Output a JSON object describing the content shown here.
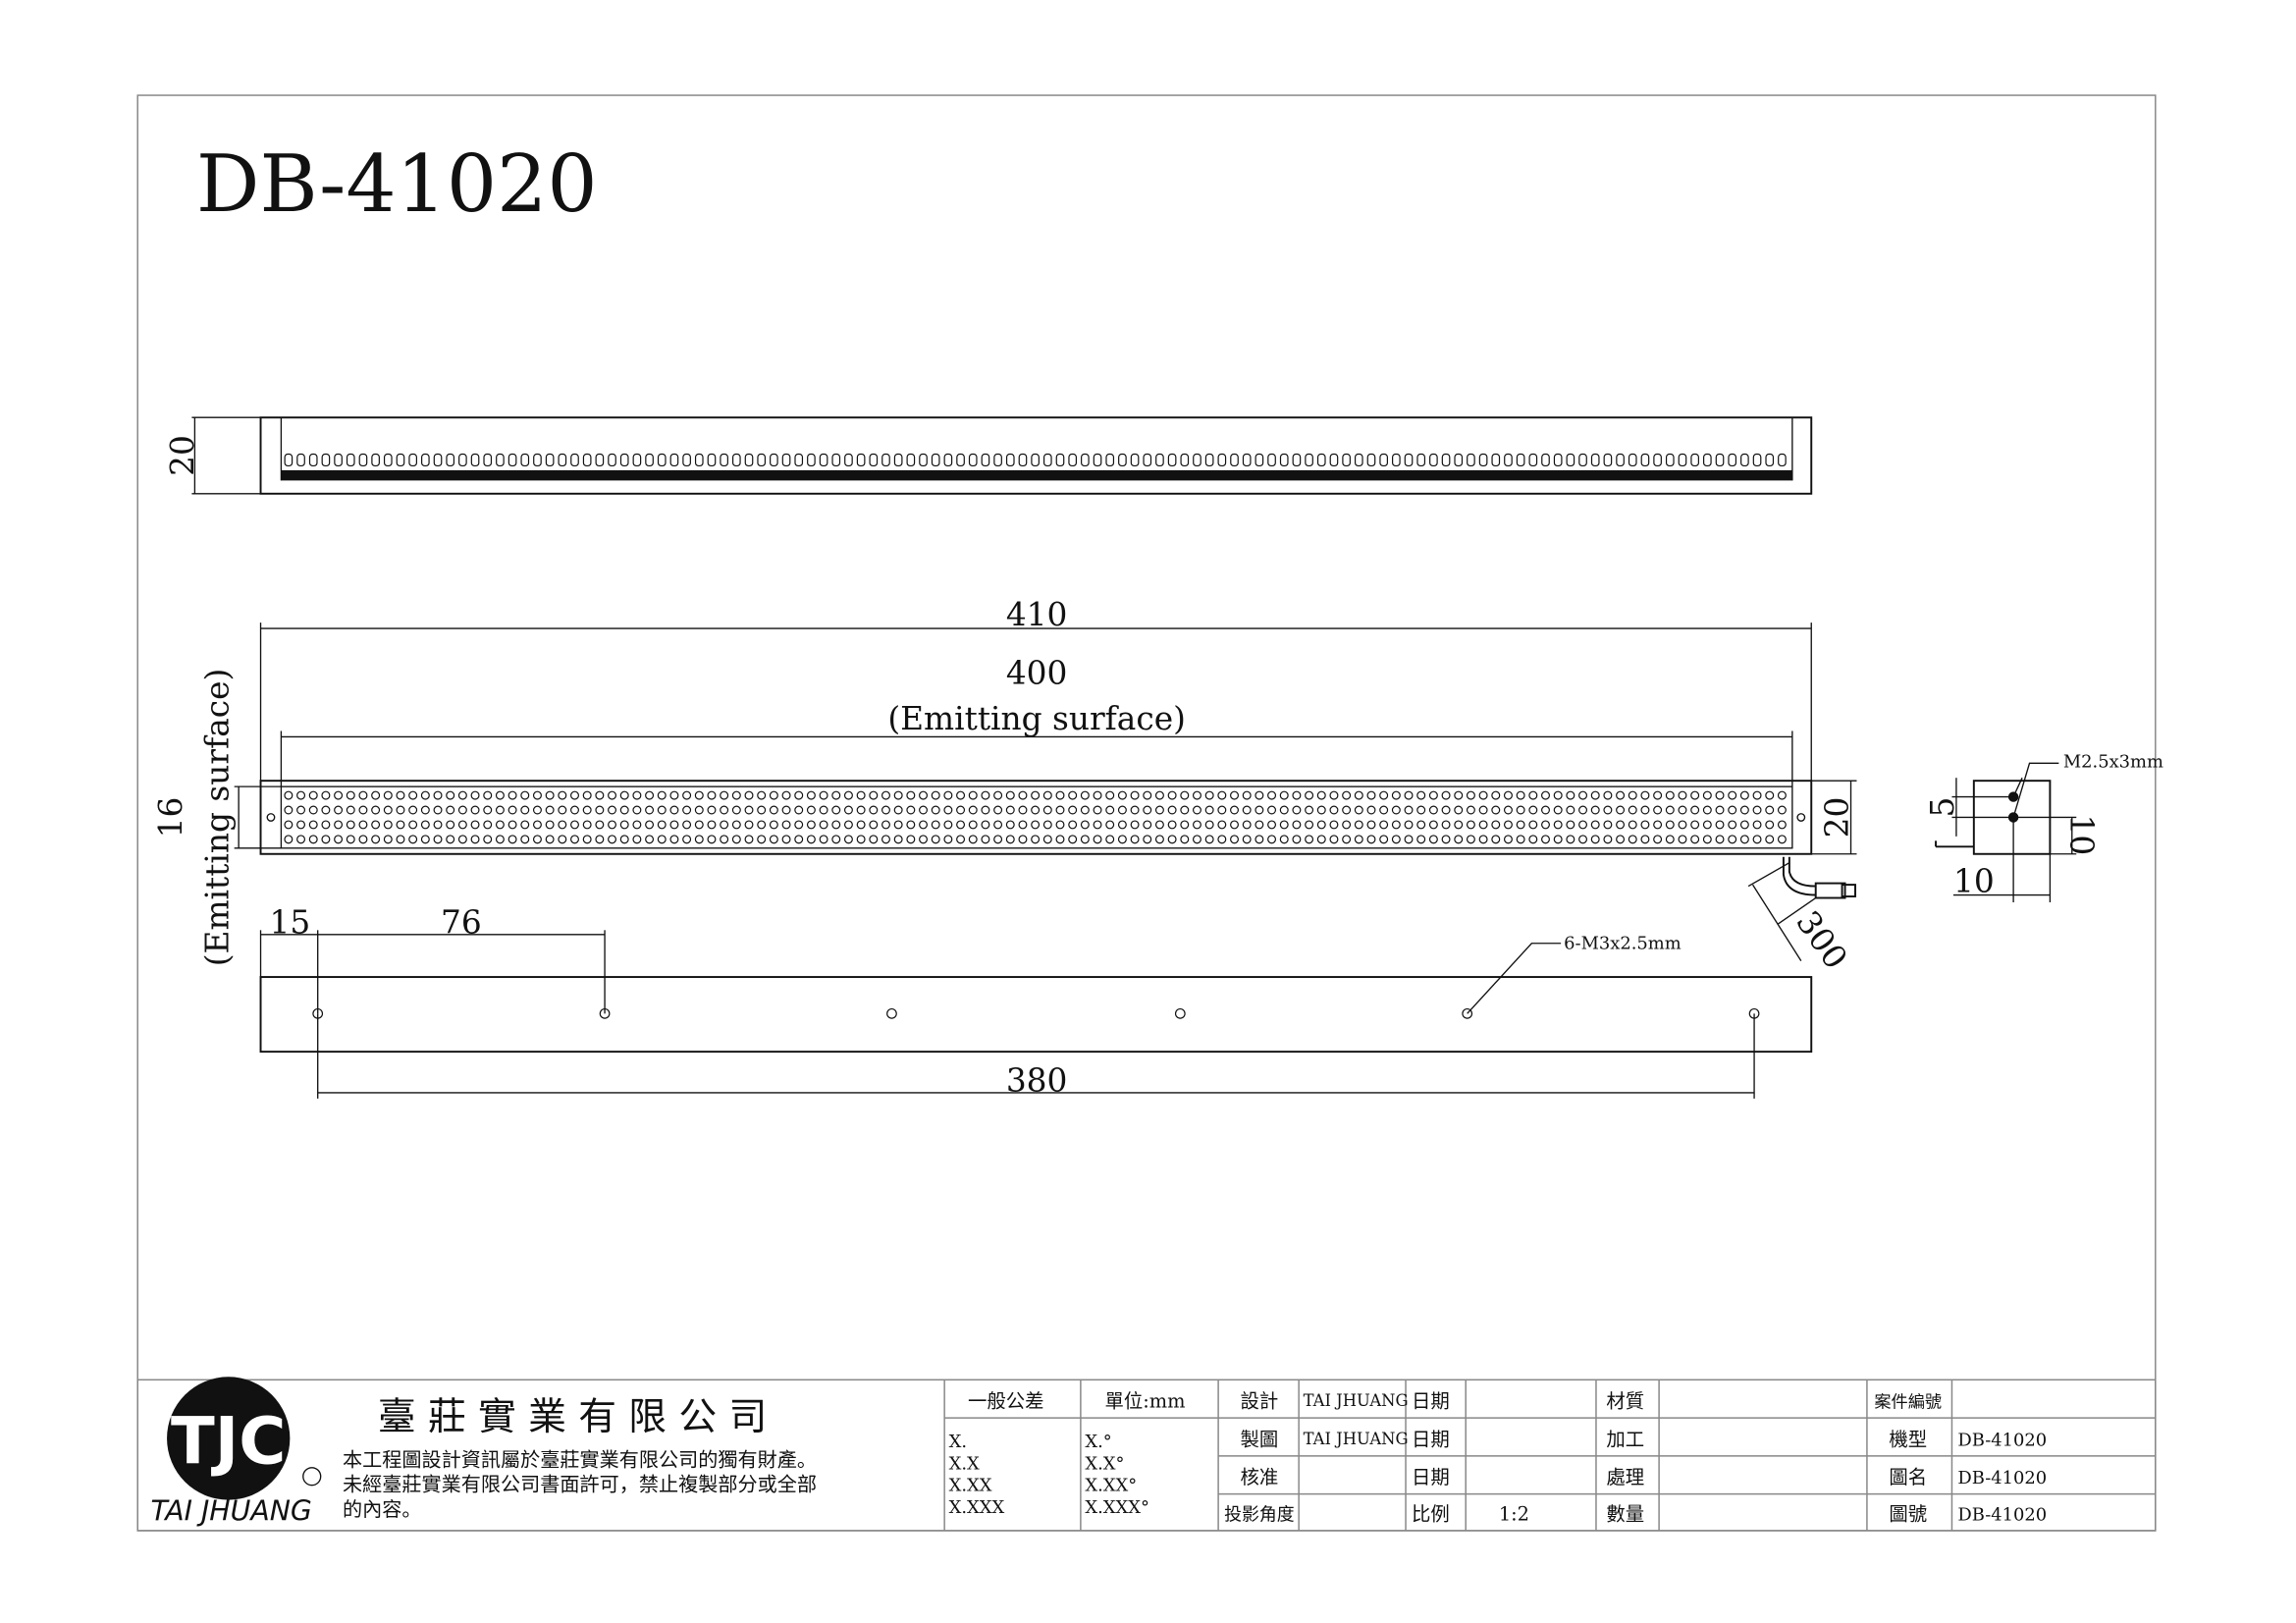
{
  "drawing": {
    "title": "DB-41020",
    "dimensions": {
      "top_height": "20",
      "overall_length": "410",
      "emitting_length": "400",
      "emitting_label": "(Emitting surface)",
      "emitting_width": "16",
      "emitting_width_label": "(Emitting surface)",
      "end_height": "20",
      "hole_offset": "15",
      "hole_pitch": "76",
      "hole_span": "380",
      "cable_length": "300",
      "side_5": "5",
      "side_10_h": "10",
      "side_10_w": "10"
    },
    "notes": {
      "mount_holes": "6-M3x2.5mm",
      "side_screw": "M2.5x3mm"
    }
  },
  "title_block": {
    "logo_text": "TAI JHUANG",
    "logo_letters": "TJC",
    "company": "臺 莊 實 業 有 限 公 司",
    "notice_line1": "本工程圖設計資訊屬於臺莊實業有限公司的獨有財產。",
    "notice_line2": "未經臺莊實業有限公司書面許可，禁止複製部分或全部",
    "notice_line3": "的內容。",
    "tolerance_header": "一般公差",
    "unit_header": "單位:mm",
    "tolerances_linear": [
      "X.",
      "X.X",
      "X.XX",
      "X.XXX"
    ],
    "tolerances_angle": [
      "X.°",
      "X.X°",
      "X.XX°",
      "X.XXX°"
    ],
    "design_label": "設計",
    "design_value": "TAI JHUANG",
    "drawn_label": "製圖",
    "drawn_value": "TAI JHUANG",
    "approve_label": "核准",
    "projection_label": "投影角度",
    "date_label": "日期",
    "scale_label": "比例",
    "scale_value": "1:2",
    "material_label": "材質",
    "process_label": "加工",
    "treatment_label": "處理",
    "quantity_label": "數量",
    "case_no_label": "案件編號",
    "model_label": "機型",
    "model_value": "DB-41020",
    "name_label": "圖名",
    "name_value": "DB-41020",
    "number_label": "圖號",
    "number_value": "DB-41020"
  }
}
